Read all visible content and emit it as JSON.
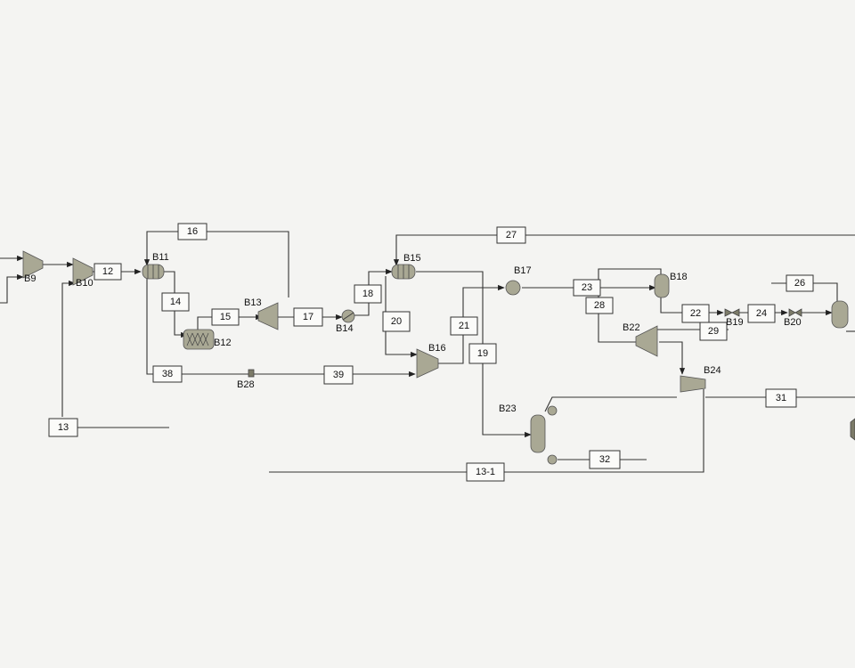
{
  "streams": [
    "12",
    "13",
    "14",
    "15",
    "16",
    "17",
    "18",
    "19",
    "20",
    "21",
    "23",
    "24",
    "26",
    "27",
    "28",
    "29",
    "31",
    "32",
    "38",
    "39",
    "13-1",
    "22"
  ],
  "blocks": [
    "B9",
    "B10",
    "B11",
    "B12",
    "B13",
    "B14",
    "B15",
    "B16",
    "B17",
    "B18",
    "B19",
    "B20",
    "B22",
    "B23",
    "B24",
    "B28"
  ],
  "colors": {
    "line": "#333333",
    "equipment": "#a9a894",
    "background": "#f4f4f2"
  }
}
